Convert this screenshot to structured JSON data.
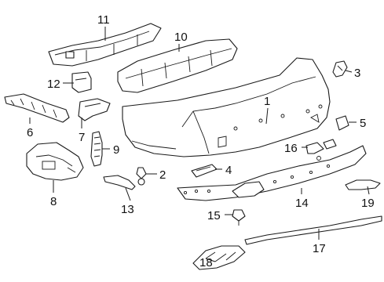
{
  "callouts": {
    "c1": "1",
    "c2": "2",
    "c3": "3",
    "c4": "4",
    "c5": "5",
    "c6": "6",
    "c7": "7",
    "c8": "8",
    "c9": "9",
    "c10": "10",
    "c11": "11",
    "c12": "12",
    "c13": "13",
    "c14": "14",
    "c15": "15",
    "c16": "16",
    "c17": "17",
    "c18": "18",
    "c19": "19"
  },
  "colors": {
    "stroke": "#1a1a1a",
    "text": "#111111",
    "background": "#ffffff"
  }
}
